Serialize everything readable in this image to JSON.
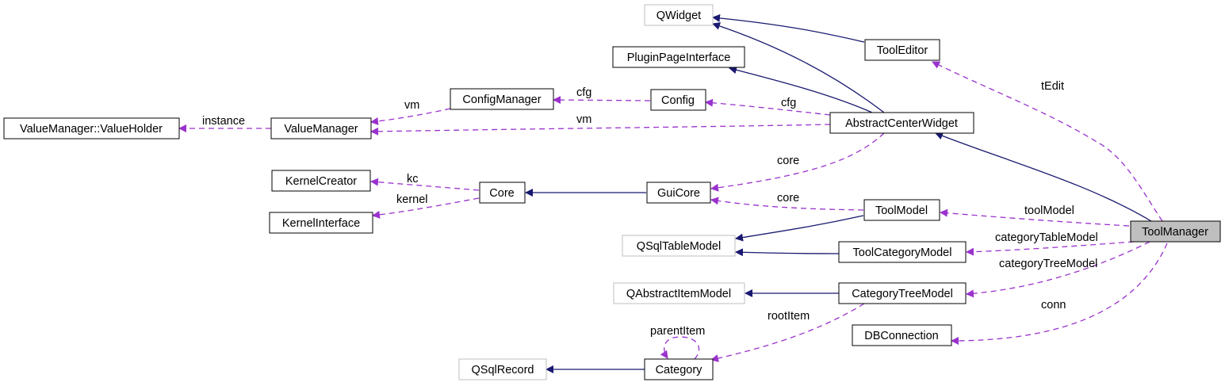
{
  "nodes": [
    {
      "id": "QWidget",
      "label": "QWidget",
      "kind": "external"
    },
    {
      "id": "ToolEditor",
      "label": "ToolEditor",
      "kind": "class"
    },
    {
      "id": "PluginPageInterface",
      "label": "PluginPageInterface",
      "kind": "class"
    },
    {
      "id": "ConfigManager",
      "label": "ConfigManager",
      "kind": "class"
    },
    {
      "id": "Config",
      "label": "Config",
      "kind": "class"
    },
    {
      "id": "ValueHolder",
      "label": "ValueManager::ValueHolder",
      "kind": "class"
    },
    {
      "id": "ValueManager",
      "label": "ValueManager",
      "kind": "class"
    },
    {
      "id": "AbstractCenterWidget",
      "label": "AbstractCenterWidget",
      "kind": "class"
    },
    {
      "id": "KernelCreator",
      "label": "KernelCreator",
      "kind": "class"
    },
    {
      "id": "Core",
      "label": "Core",
      "kind": "class"
    },
    {
      "id": "GuiCore",
      "label": "GuiCore",
      "kind": "class"
    },
    {
      "id": "KernelInterface",
      "label": "KernelInterface",
      "kind": "class"
    },
    {
      "id": "ToolModel",
      "label": "ToolModel",
      "kind": "class"
    },
    {
      "id": "ToolManager",
      "label": "ToolManager",
      "kind": "focus"
    },
    {
      "id": "QSqlTableModel",
      "label": "QSqlTableModel",
      "kind": "external"
    },
    {
      "id": "ToolCategoryModel",
      "label": "ToolCategoryModel",
      "kind": "class"
    },
    {
      "id": "QAbstractItemModel",
      "label": "QAbstractItemModel",
      "kind": "external"
    },
    {
      "id": "CategoryTreeModel",
      "label": "CategoryTreeModel",
      "kind": "class"
    },
    {
      "id": "DBConnection",
      "label": "DBConnection",
      "kind": "class"
    },
    {
      "id": "QSqlRecord",
      "label": "QSqlRecord",
      "kind": "external"
    },
    {
      "id": "Category",
      "label": "Category",
      "kind": "class"
    }
  ],
  "edges": [
    {
      "from": "ToolEditor",
      "to": "QWidget",
      "type": "inheritance",
      "label": ""
    },
    {
      "from": "AbstractCenterWidget",
      "to": "QWidget",
      "type": "inheritance",
      "label": ""
    },
    {
      "from": "AbstractCenterWidget",
      "to": "PluginPageInterface",
      "type": "inheritance",
      "label": ""
    },
    {
      "from": "ToolManager",
      "to": "AbstractCenterWidget",
      "type": "inheritance",
      "label": ""
    },
    {
      "from": "GuiCore",
      "to": "Core",
      "type": "inheritance",
      "label": ""
    },
    {
      "from": "ToolModel",
      "to": "QSqlTableModel",
      "type": "inheritance",
      "label": ""
    },
    {
      "from": "ToolCategoryModel",
      "to": "QSqlTableModel",
      "type": "inheritance",
      "label": ""
    },
    {
      "from": "CategoryTreeModel",
      "to": "QAbstractItemModel",
      "type": "inheritance",
      "label": ""
    },
    {
      "from": "Category",
      "to": "QSqlRecord",
      "type": "inheritance",
      "label": ""
    },
    {
      "from": "ToolManager",
      "to": "ToolEditor",
      "type": "usage",
      "label": "tEdit"
    },
    {
      "from": "Config",
      "to": "ConfigManager",
      "type": "usage",
      "label": "cfg"
    },
    {
      "from": "ConfigManager",
      "to": "ValueManager",
      "type": "usage",
      "label": "vm"
    },
    {
      "from": "ValueManager",
      "to": "ValueHolder",
      "type": "usage",
      "label": "instance"
    },
    {
      "from": "AbstractCenterWidget",
      "to": "Config",
      "type": "usage",
      "label": "cfg"
    },
    {
      "from": "AbstractCenterWidget",
      "to": "ValueManager",
      "type": "usage",
      "label": "vm"
    },
    {
      "from": "AbstractCenterWidget",
      "to": "GuiCore",
      "type": "usage",
      "label": "core"
    },
    {
      "from": "Core",
      "to": "KernelCreator",
      "type": "usage",
      "label": "kc"
    },
    {
      "from": "Core",
      "to": "KernelInterface",
      "type": "usage",
      "label": "kernel"
    },
    {
      "from": "ToolModel",
      "to": "GuiCore",
      "type": "usage",
      "label": "core"
    },
    {
      "from": "ToolManager",
      "to": "ToolModel",
      "type": "usage",
      "label": "toolModel"
    },
    {
      "from": "ToolManager",
      "to": "ToolCategoryModel",
      "type": "usage",
      "label": "categoryTableModel"
    },
    {
      "from": "ToolManager",
      "to": "CategoryTreeModel",
      "type": "usage",
      "label": "categoryTreeModel"
    },
    {
      "from": "ToolManager",
      "to": "DBConnection",
      "type": "usage",
      "label": "conn"
    },
    {
      "from": "CategoryTreeModel",
      "to": "Category",
      "type": "usage",
      "label": "rootItem"
    },
    {
      "from": "Category",
      "to": "Category",
      "type": "usage",
      "label": "parentItem"
    }
  ],
  "colors": {
    "inheritance": "#191970",
    "usage": "#9a32cd",
    "external_border": "#bfbfbf",
    "focus_fill": "#bfbfbf",
    "node_border": "#000000"
  }
}
